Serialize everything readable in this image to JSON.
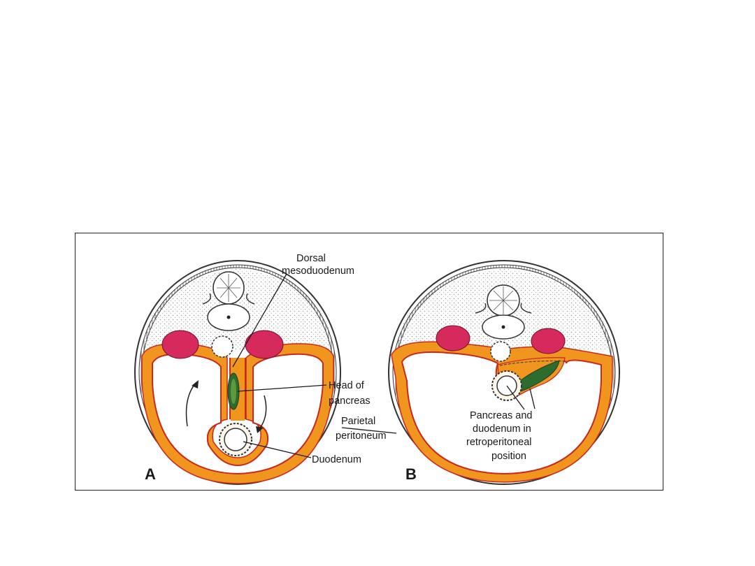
{
  "figure": {
    "panel_a": {
      "letter": "A",
      "labels": {
        "dorsal_mesoduodenum": [
          "Dorsal",
          "mesoduodenum"
        ],
        "head_of_pancreas": [
          "Head of",
          "pancreas"
        ],
        "parietal_peritoneum": [
          "Parietal",
          "peritoneum"
        ],
        "duodenum": [
          "Duodenum"
        ]
      }
    },
    "panel_b": {
      "letter": "B",
      "labels": {
        "retroperitoneal": [
          "Pancreas and",
          "duodenum in",
          "retroperitoneal",
          "position"
        ]
      }
    },
    "colors": {
      "peritoneum": "#f0961e",
      "peritoneum_line": "#c8281e",
      "muscle": "#d62a5c",
      "pancreas": "#2e6b2e",
      "outline": "#333333",
      "stipple": "#cfcfcf"
    }
  }
}
